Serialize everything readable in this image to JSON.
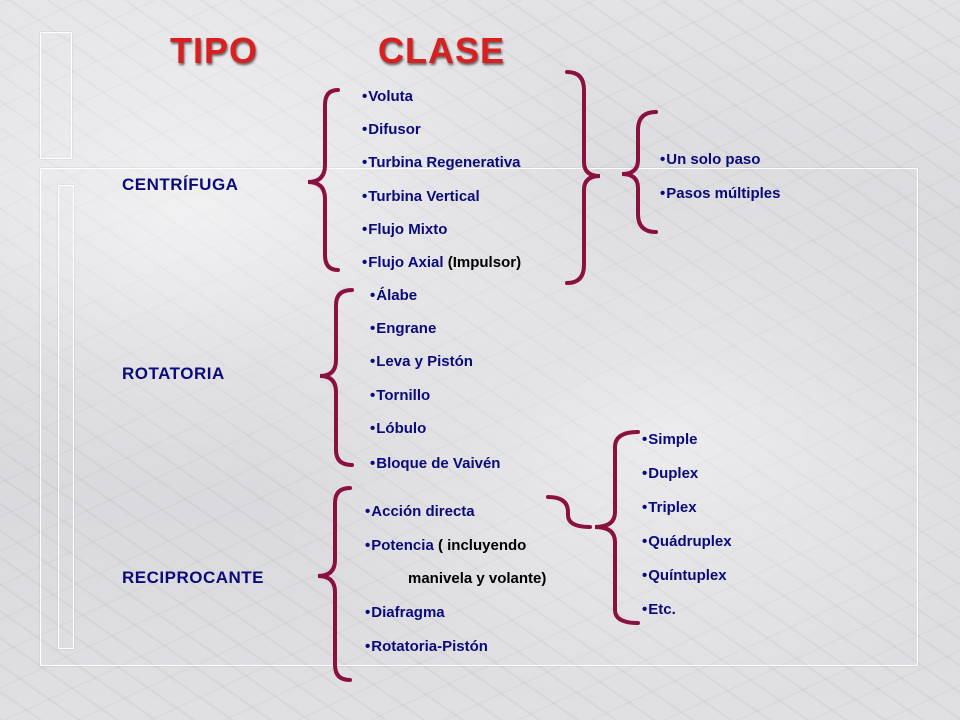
{
  "headings": {
    "tipo": "TIPO",
    "clase": "CLASE"
  },
  "bullet": "•",
  "categories": {
    "centrifuga": {
      "label": "CENTRÍFUGA",
      "items": [
        "Voluta",
        "Difusor",
        "Turbina Regenerativa",
        "Turbina Vertical",
        "Flujo Mixto"
      ],
      "last_item": {
        "main": "Flujo Axial",
        "extra": "(Impulsor)"
      },
      "subclasses": [
        "Un solo paso",
        "Pasos múltiples"
      ]
    },
    "rotatoria": {
      "label": "ROTATORIA",
      "items": [
        "Álabe",
        "Engrane",
        "Leva y Pistón",
        "Tornillo",
        "Lóbulo",
        "Bloque de Vaivén"
      ]
    },
    "reciprocante": {
      "label": "RECIPROCANTE",
      "items": {
        "accion": "Acción directa",
        "potencia": {
          "main": "Potencia",
          "extra": "( incluyendo"
        },
        "potencia_cont": "manivela y volante)",
        "diafragma": "Diafragma",
        "rotatoria_piston": "Rotatoria-Pistón"
      },
      "subclasses": [
        "Simple",
        "Duplex",
        "Triplex",
        "Quádruplex",
        "Quíntuplex",
        "Etc."
      ]
    }
  }
}
